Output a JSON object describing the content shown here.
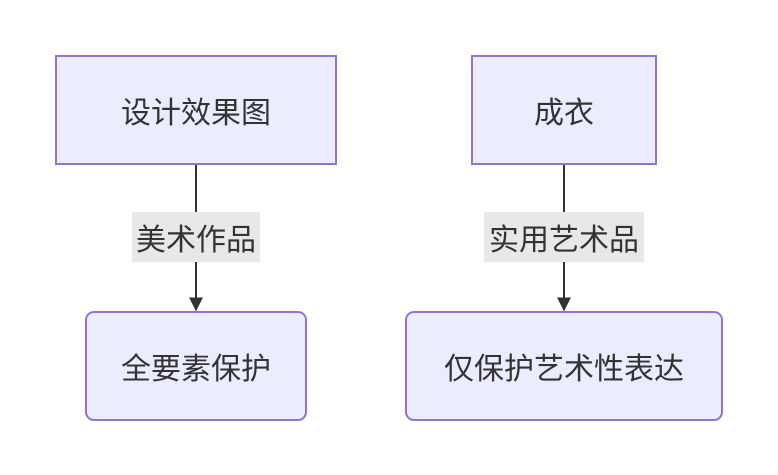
{
  "diagram": {
    "nodes": {
      "design_drawing": "设计效果图",
      "full_protection": "全要素保护",
      "garment": "成衣",
      "artistic_only": "仅保护艺术性表达"
    },
    "edges": {
      "left_label": "美术作品",
      "right_label": "实用艺术品"
    }
  },
  "colors": {
    "node_fill": "#ECECFF",
    "node_border": "#9370DB",
    "edge_line": "#333333",
    "label_bg": "#E8E8E8",
    "text": "#333333"
  }
}
